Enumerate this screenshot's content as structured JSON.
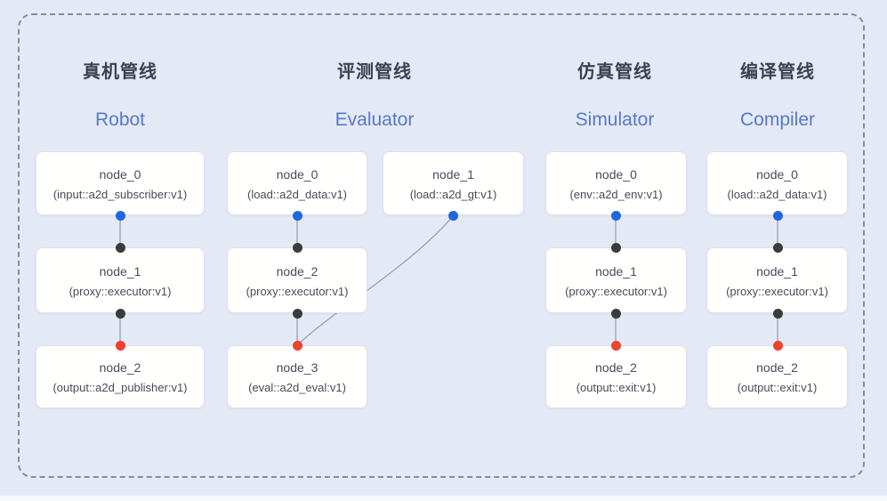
{
  "pipelines": [
    {
      "title_zh": "真机管线",
      "title_en": "Robot",
      "nodes": [
        {
          "name": "node_0",
          "type": "(input::a2d_subscriber:v1)"
        },
        {
          "name": "node_1",
          "type": "(proxy::executor:v1)"
        },
        {
          "name": "node_2",
          "type": "(output::a2d_publisher:v1)"
        }
      ]
    },
    {
      "title_zh": "评测管线",
      "title_en": "Evaluator",
      "nodes": [
        {
          "name": "node_0",
          "type": "(load::a2d_data:v1)"
        },
        {
          "name": "node_1",
          "type": "(load::a2d_gt:v1)"
        },
        {
          "name": "node_2",
          "type": "(proxy::executor:v1)"
        },
        {
          "name": "node_3",
          "type": "(eval::a2d_eval:v1)"
        }
      ]
    },
    {
      "title_zh": "仿真管线",
      "title_en": "Simulator",
      "nodes": [
        {
          "name": "node_0",
          "type": "(env::a2d_env:v1)"
        },
        {
          "name": "node_1",
          "type": "(proxy::executor:v1)"
        },
        {
          "name": "node_2",
          "type": "(output::exit:v1)"
        }
      ]
    },
    {
      "title_zh": "编译管线",
      "title_en": "Compiler",
      "nodes": [
        {
          "name": "node_0",
          "type": "(load::a2d_data:v1)"
        },
        {
          "name": "node_1",
          "type": "(proxy::executor:v1)"
        },
        {
          "name": "node_2",
          "type": "(output::exit:v1)"
        }
      ]
    }
  ],
  "edges": [
    {
      "pipeline": "Robot",
      "from": "node_0",
      "to": "node_1"
    },
    {
      "pipeline": "Robot",
      "from": "node_1",
      "to": "node_2"
    },
    {
      "pipeline": "Evaluator",
      "from": "node_0",
      "to": "node_2"
    },
    {
      "pipeline": "Evaluator",
      "from": "node_1",
      "to": "node_3"
    },
    {
      "pipeline": "Evaluator",
      "from": "node_2",
      "to": "node_3"
    },
    {
      "pipeline": "Simulator",
      "from": "node_0",
      "to": "node_1"
    },
    {
      "pipeline": "Simulator",
      "from": "node_1",
      "to": "node_2"
    },
    {
      "pipeline": "Compiler",
      "from": "node_0",
      "to": "node_1"
    },
    {
      "pipeline": "Compiler",
      "from": "node_1",
      "to": "node_2"
    }
  ],
  "colors": {
    "background": "#e4e9f6",
    "port_input": "#2166e0",
    "port_internal": "#3b3b3d",
    "port_output": "#ee4130",
    "accent_title": "#5679cb",
    "title_text": "#3a4150",
    "node_text": "#474c56",
    "box_border": "#dde1ea",
    "frame_dash": "#868d9a"
  }
}
